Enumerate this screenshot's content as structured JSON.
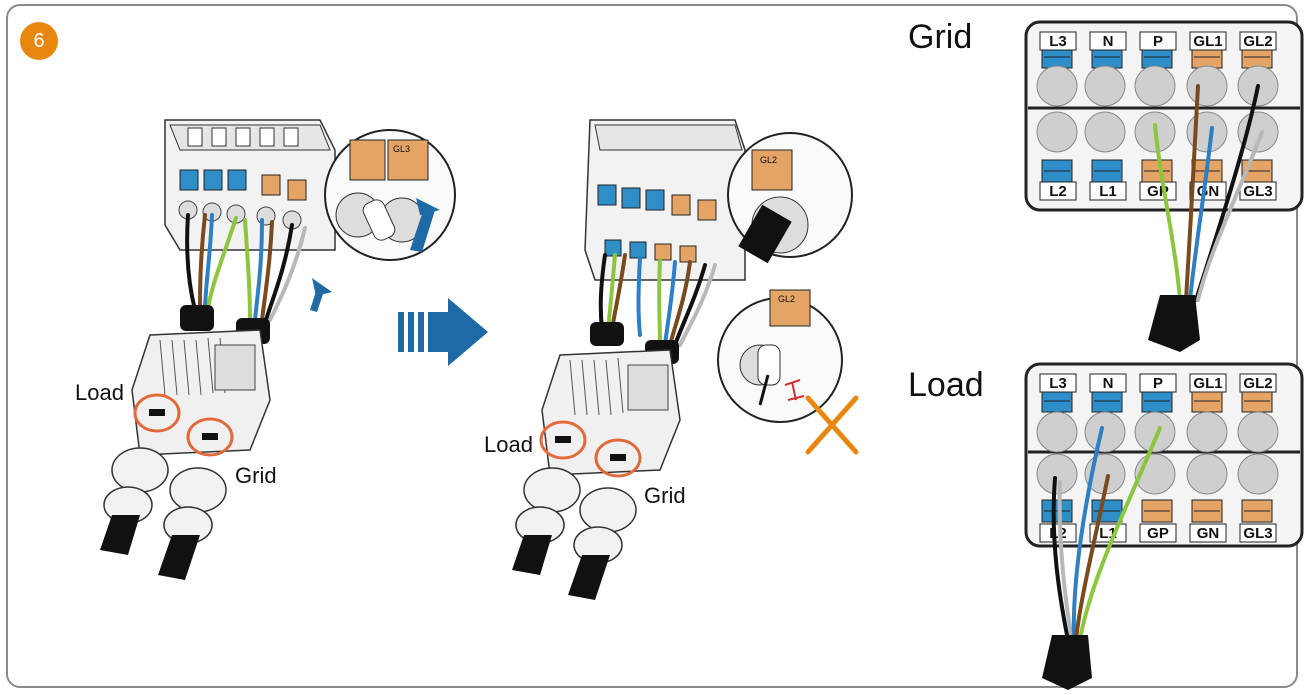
{
  "step": {
    "number": "6"
  },
  "labels": {
    "left_load": "Load",
    "left_grid": "Grid",
    "mid_load": "Load",
    "mid_grid": "Grid",
    "grid_panel_title": "Grid",
    "load_panel_title": "Load"
  },
  "terminals": {
    "top_row": [
      "L3",
      "N",
      "P",
      "GL1",
      "GL2"
    ],
    "bottom_row": [
      "L2",
      "L1",
      "GP",
      "GN",
      "GL3"
    ],
    "top_colors": [
      "blue",
      "blue",
      "blue",
      "orange",
      "orange"
    ],
    "bottom_colors": [
      "blue",
      "blue",
      "orange",
      "orange",
      "orange"
    ]
  },
  "colors": {
    "step_badge": "#E8860E",
    "arrow_blue": "#1E6AA6",
    "terminal_blue": "#2E8FC8",
    "terminal_orange": "#E3A466",
    "wire_brown": "#7A4A1E",
    "wire_blue": "#2F7FC4",
    "wire_green_yellow": "#8CC63F",
    "wire_black": "#111111",
    "wire_grey": "#B8B8B8",
    "cross_orange": "#E8860E",
    "circle_highlight": "#E26A3A"
  },
  "icons": {
    "step": "step-number-badge",
    "cross": "cross-icon",
    "transition_arrow": "right-arrow-icon"
  }
}
